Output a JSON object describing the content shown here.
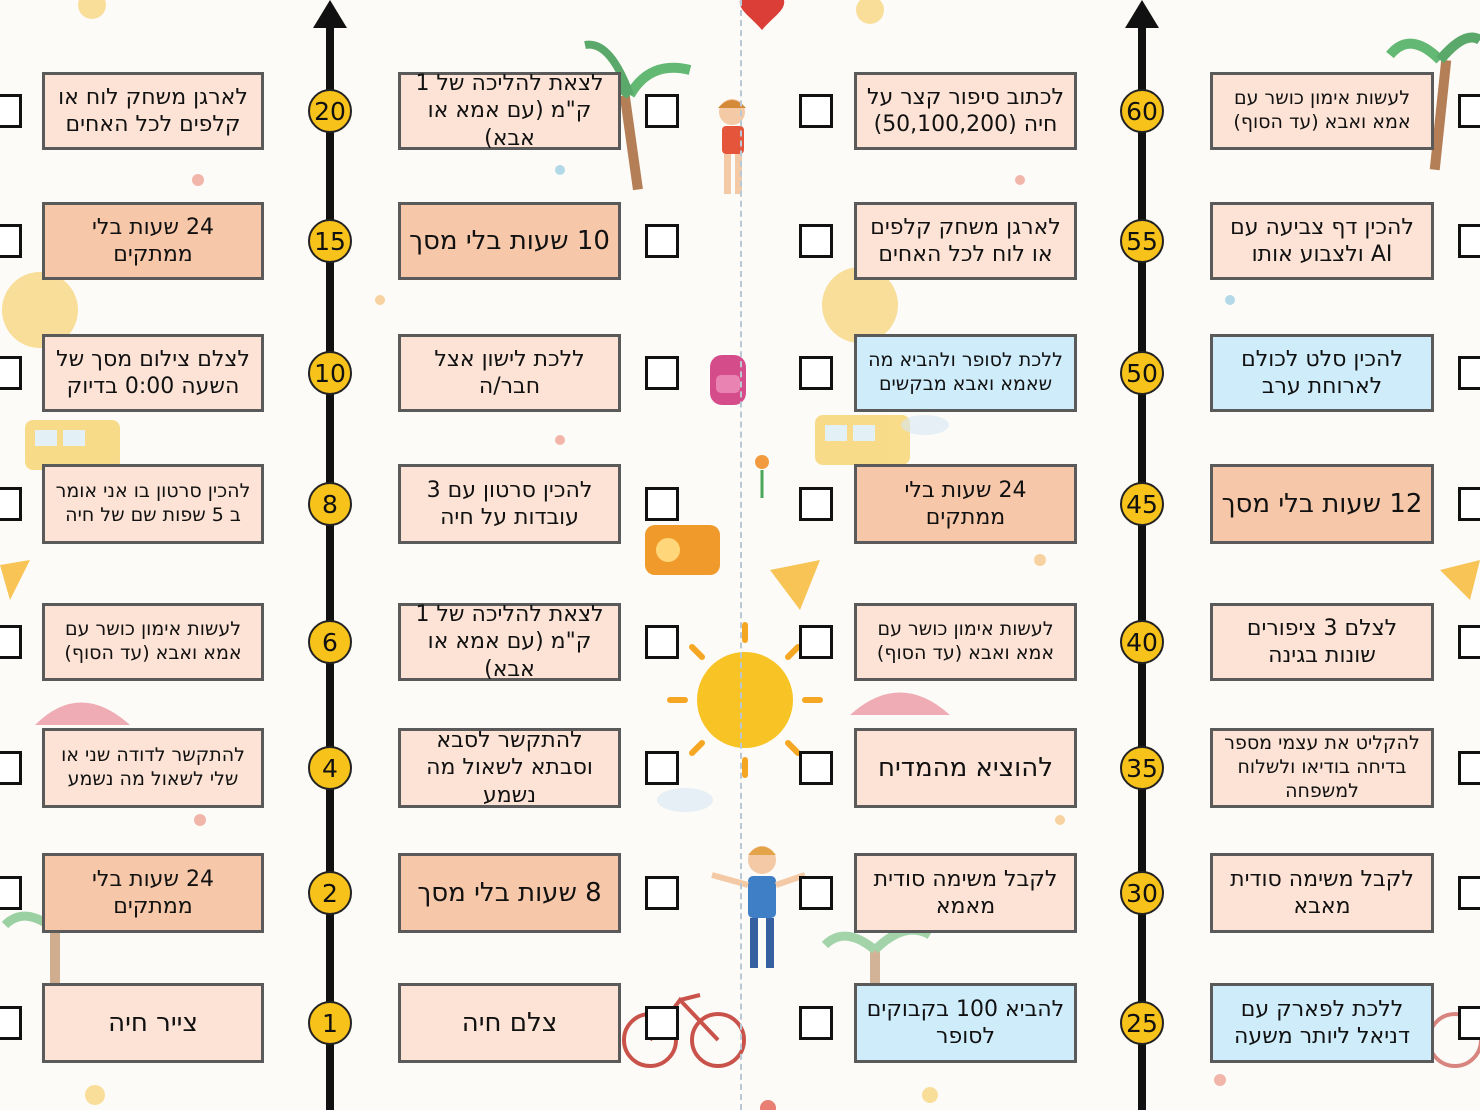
{
  "left_panel": {
    "column_a": [
      {
        "marker": "20",
        "text": "לארגן משחק לוח או קלפים לכל האחים",
        "style": "light"
      },
      {
        "marker": "15",
        "text": "24 שעות בלי ממתקים",
        "style": "dark"
      },
      {
        "marker": "10",
        "text": "לצלם צילום מסך של השעה 0:00 בדיוק",
        "style": "light"
      },
      {
        "marker": "8",
        "text": "להכין סרטון בו אני אומר ב 5 שפות שם של חיה",
        "style": "light"
      },
      {
        "marker": "6",
        "text": "לעשות אימון כושר עם אמא ואבא (עד הסוף)",
        "style": "light"
      },
      {
        "marker": "4",
        "text": "להתקשר לדודה שני או שלי לשאול מה נשמע",
        "style": "light"
      },
      {
        "marker": "2",
        "text": "24 שעות בלי ממתקים",
        "style": "dark"
      },
      {
        "marker": "1",
        "text": "צייר חיה",
        "style": "light"
      }
    ],
    "column_b": [
      {
        "text": "לצאת להליכה של 1 ק\"מ (עם אמא או אבא)",
        "style": "light"
      },
      {
        "text": "10 שעות בלי מסך",
        "style": "dark"
      },
      {
        "text": "ללכת לישון אצל חבר/ה",
        "style": "light"
      },
      {
        "text": "להכין סרטון עם 3 עובדות על חיה",
        "style": "light"
      },
      {
        "text": "לצאת להליכה של 1 ק\"מ (עם אמא או אבא)",
        "style": "light"
      },
      {
        "text": "להתקשר לסבא וסבתא לשאול מה נשמע",
        "style": "light"
      },
      {
        "text": "8 שעות בלי מסך",
        "style": "dark"
      },
      {
        "text": "צלם חיה",
        "style": "light"
      }
    ]
  },
  "right_panel": {
    "column_a": [
      {
        "text": "לכתוב סיפור קצר על חיה (50,100,200)",
        "style": "light"
      },
      {
        "text": "לארגן משחק קלפים או לוח לכל האחים",
        "style": "light"
      },
      {
        "text": "ללכת לסופר ולהביא מה שאמא ואבא מבקשים",
        "style": "blue"
      },
      {
        "text": "24 שעות בלי ממתקים",
        "style": "dark"
      },
      {
        "text": "לעשות אימון כושר עם אמא ואבא (עד הסוף)",
        "style": "light"
      },
      {
        "text": "להוציא מהמדיח",
        "style": "light"
      },
      {
        "text": "לקבל משימה סודית מאמא",
        "style": "light"
      },
      {
        "text": "להביא 100 בקבוקים לסופר",
        "style": "blue"
      }
    ],
    "column_b": [
      {
        "marker": "60",
        "text": "לעשות אימון כושר עם אמא ואבא (עד הסוף)",
        "style": "light"
      },
      {
        "marker": "55",
        "text": "להכין דף צביעה עם AI ולצבוע אותו",
        "style": "light"
      },
      {
        "marker": "50",
        "text": "להכין סלט לכולם לארוחת ערב",
        "style": "blue"
      },
      {
        "marker": "45",
        "text": "12 שעות בלי מסך",
        "style": "dark"
      },
      {
        "marker": "40",
        "text": "לצלם 3 ציפורים שונות בגינה",
        "style": "light"
      },
      {
        "marker": "35",
        "text": "להקליט את עצמי מספר בדיחה בודיאו ולשלוח למשפחה",
        "style": "light"
      },
      {
        "marker": "30",
        "text": "לקבל משימה סודית מאבא",
        "style": "light"
      },
      {
        "marker": "25",
        "text": "ללכת לפארק עם דניאל ליותר משעה",
        "style": "blue"
      }
    ]
  },
  "colors": {
    "marker": "#f7c21a",
    "card_light": "#fce3d6",
    "card_dark": "#f6c7a9",
    "card_blue": "#cfecfb",
    "axis": "#111111"
  },
  "decorations": [
    "palm-tree-icon",
    "sun-icon",
    "heart-icon",
    "school-bus-icon",
    "umbrella-icon",
    "girl-figure-icon",
    "boy-figure-icon",
    "bicycle-icon",
    "cloud-icon",
    "flower-icon",
    "candy-icon"
  ]
}
